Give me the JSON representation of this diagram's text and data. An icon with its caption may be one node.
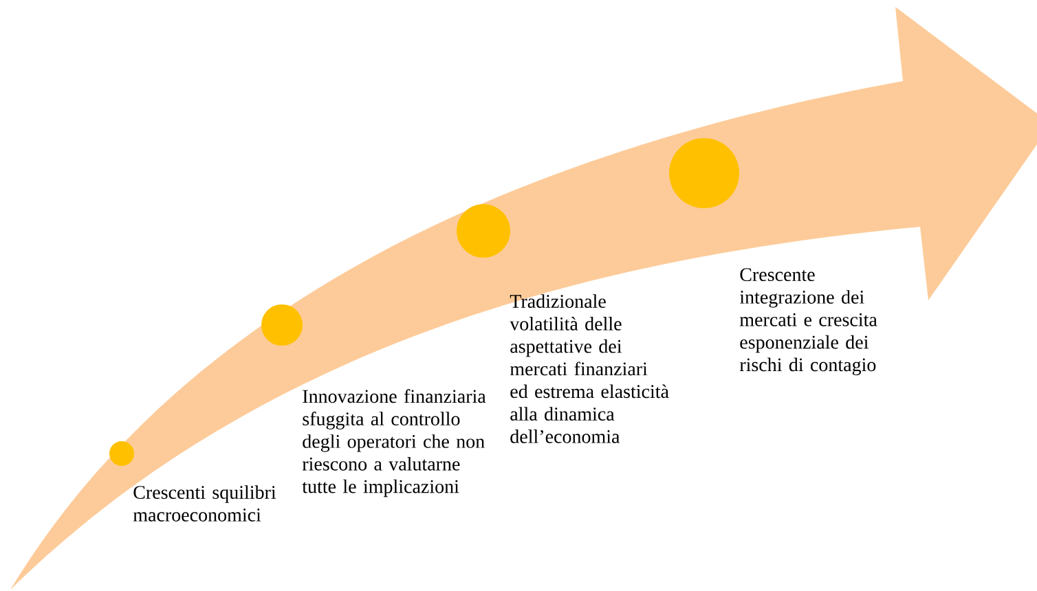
{
  "diagram": {
    "nodes": [
      {
        "text": [],
        "shape": "circle",
        "beside": [
          "Crescenti squilibri macroeconomici"
        ]
      },
      {
        "text": [],
        "shape": "circle",
        "beside": [
          "Innovazione finanziaria sfuggita al controllo degli operatori che non riescono a valutarne tutte le implicazioni"
        ]
      },
      {
        "text": [],
        "shape": "circle",
        "beside": [
          "Tradizionale volatilità delle aspettative dei mercati finanziari ed estrema elasticità alla dinamica dell’economia"
        ]
      },
      {
        "text": [],
        "shape": "circle",
        "beside": [
          "Crescente integrazione dei mercati e crescita esponenziale dei rischi di contagio"
        ]
      }
    ]
  }
}
